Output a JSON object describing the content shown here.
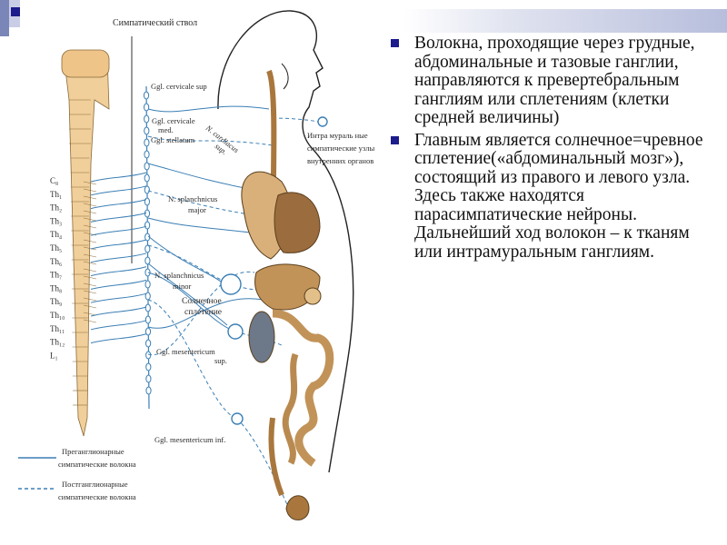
{
  "slide": {
    "bullets": [
      {
        "text": "Волокна, проходящие через грудные, абдоминальные и тазовые ганглии, направляются к превертебральным ганглиям или сплетениям (клетки средней величины)"
      },
      {
        "text": "Главным является солнечное=чревное сплетение(«абдоминальный мозг»), состоящий из правого и левого узла. Здесь также находятся парасимпатические нейроны. Дальнейший ход волокон – к тканям или интрамуральным ганглиям."
      }
    ]
  },
  "diagram": {
    "labels": {
      "sympathetic_trunk": "Симпатический ствол",
      "ggl_cervicale_sup": "Ggl. cervicale sup",
      "ggl_cervicale_med_1": "Ggl. cervicale",
      "ggl_cervicale_med_2": "med.",
      "ggl_stellatum": "Ggl. stellatum",
      "n_cardiacus_1": "N. cardiacus",
      "n_cardiacus_2": "sup.",
      "intramural_1": "Интра мураль ные",
      "intramural_2": "симпатические узлы",
      "intramural_3": "внутренних органов",
      "n_splanchnicus_major_1": "N. splanchnicus",
      "n_splanchnicus_major_2": "major",
      "n_splanchnicus_minor_1": "N. splanchnicus",
      "n_splanchnicus_minor_2": "minor",
      "solar_plexus_1": "Солнечное",
      "solar_plexus_2": "сплетение",
      "ggl_mesentericum_sup_1": "Ggl. mesentericum",
      "ggl_mesentericum_sup_2": "sup.",
      "ggl_mesentericum_inf": "Ggl. mesentericum inf.",
      "legend_pre_1": "Преганглионарные",
      "legend_pre_2": "симпатические волокна",
      "legend_post_1": "Постганглионарные",
      "legend_post_2": "симпатические волокна"
    },
    "vertebra_labels": [
      "C₈",
      "Th₁",
      "Th₂",
      "Th₃",
      "Th₄",
      "Th₅",
      "Th₆",
      "Th₇",
      "Th₈",
      "Th₉",
      "Th₁₀",
      "Th₁₁",
      "Th₁₂",
      "L₁"
    ]
  },
  "colors": {
    "nerve_blue": "#3b7fb5",
    "bone": "#f1cf9a",
    "organ_brown": "#b6864a",
    "bullet_square": "#1c1c8c"
  }
}
